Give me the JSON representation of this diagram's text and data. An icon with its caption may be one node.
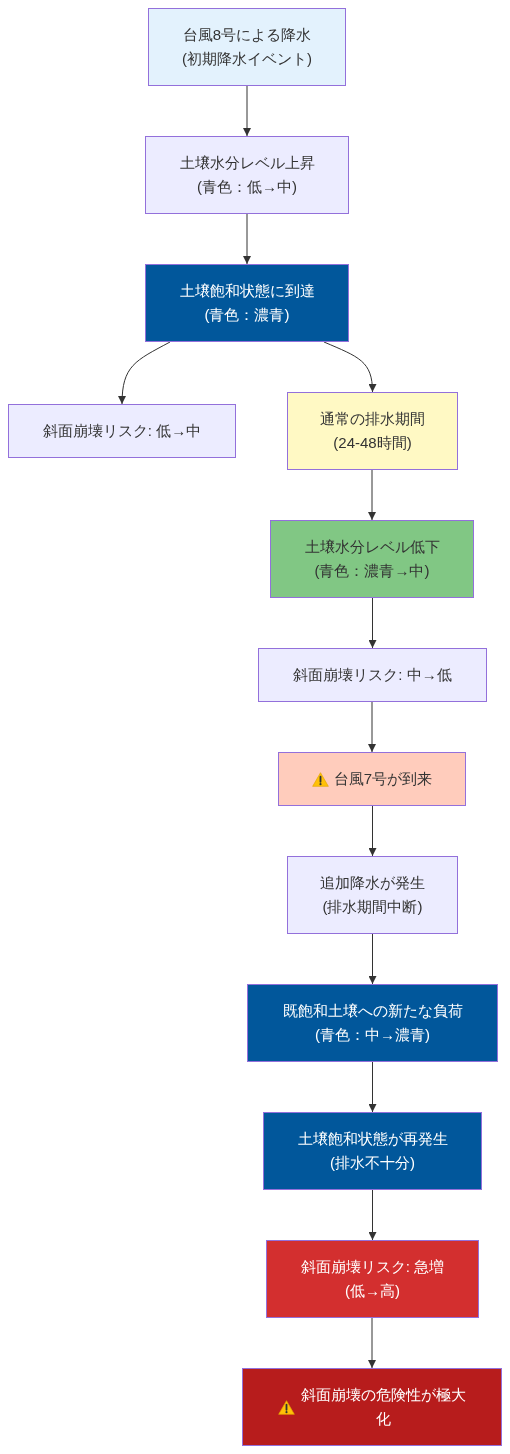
{
  "diagram": {
    "nodes": [
      {
        "text": [
          "台風8号による降水(初期降水イベント)"
        ]
      },
      {
        "text": [
          "土壌水分レベル上昇(青色：低→中)"
        ]
      },
      {
        "text": [
          "土壌飽和状態に到達(青色：濃青)"
        ]
      },
      {
        "text": [
          "斜面崩壊リスク: 低→中"
        ]
      },
      {
        "text": [
          "通常の排水期間(24-48時間)"
        ]
      },
      {
        "text": [
          "土壌水分レベル低下(青色：濃青→中)"
        ]
      },
      {
        "text": [
          "斜面崩壊リスク: 中→低"
        ]
      },
      {
        "text": [
          "台風7号が到来"
        ]
      },
      {
        "text": [
          "追加降水が発生(排水期間中断)"
        ]
      },
      {
        "text": [
          "既飽和土壌への新たな負荷(青色：中→濃青)"
        ]
      },
      {
        "text": [
          "土壌飽和状態が再発生(排水不十分)"
        ]
      },
      {
        "text": [
          "斜面崩壊リスク: 急増(低→高)"
        ]
      },
      {
        "text": [
          "斜面崩壊の危険性が極大化"
        ]
      }
    ],
    "edges": [
      {
        "from": 0,
        "to": 1,
        "arrow": "to"
      },
      {
        "from": 1,
        "to": 2,
        "arrow": "to"
      },
      {
        "from": 2,
        "to": 3,
        "arrow": "to"
      },
      {
        "from": 2,
        "to": 4,
        "arrow": "to"
      },
      {
        "from": 4,
        "to": 5,
        "arrow": "to"
      },
      {
        "from": 5,
        "to": 6,
        "arrow": "to"
      },
      {
        "from": 6,
        "to": 7,
        "arrow": "to"
      },
      {
        "from": 7,
        "to": 8,
        "arrow": "to"
      },
      {
        "from": 8,
        "to": 9,
        "arrow": "to"
      },
      {
        "from": 9,
        "to": 10,
        "arrow": "to"
      },
      {
        "from": 10,
        "to": 11,
        "arrow": "to"
      },
      {
        "from": 11,
        "to": 12,
        "arrow": "to"
      }
    ]
  }
}
